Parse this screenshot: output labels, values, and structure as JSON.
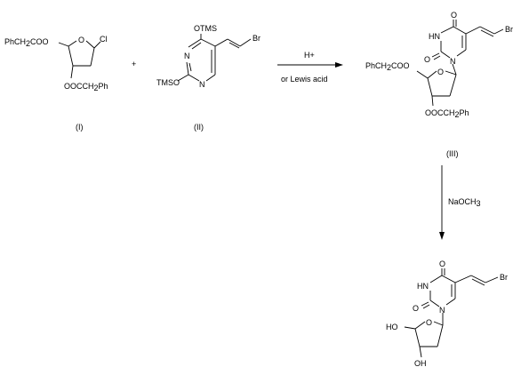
{
  "compound_I": {
    "label": "(I)",
    "benzyl_ester": "PhCH",
    "benzyl_ester_sub": "2",
    "benzyl_ester_tail": "COO",
    "ring_oxygen": "O",
    "chloro": "Cl",
    "ester_3prime_a": "OOCCH",
    "ester_3prime_sub": "2",
    "ester_3prime_b": "Ph"
  },
  "plus_sign": "+",
  "compound_II": {
    "label": "(II)",
    "otms_top": "OTMS",
    "tmso_left": "TMSO",
    "n_top": "N",
    "n_bottom": "N",
    "bromo": "Br"
  },
  "reaction_1": {
    "reagent_above": "H+",
    "reagent_below": "or Lewis acid"
  },
  "compound_III": {
    "label": "(III)",
    "carbonyl_o_top": "O",
    "hn": "HN",
    "carbonyl_o_2": "O",
    "n1": "N",
    "bromo": "Br",
    "ring_oxygen": "O",
    "ester_5prime_a": "PhCH",
    "ester_5prime_sub": "2",
    "ester_5prime_b": "COO",
    "ester_3prime_a": "OOCCH",
    "ester_3prime_sub": "2",
    "ester_3prime_b": "Ph"
  },
  "reaction_2": {
    "reagent_a": "NaOCH",
    "reagent_sub": "3"
  },
  "product": {
    "carbonyl_o_top": "O",
    "hn": "HN",
    "carbonyl_o_2": "O",
    "n1": "N",
    "bromo": "Br",
    "ring_oxygen": "O",
    "ho_5prime": "HO",
    "oh_3prime": "OH"
  }
}
